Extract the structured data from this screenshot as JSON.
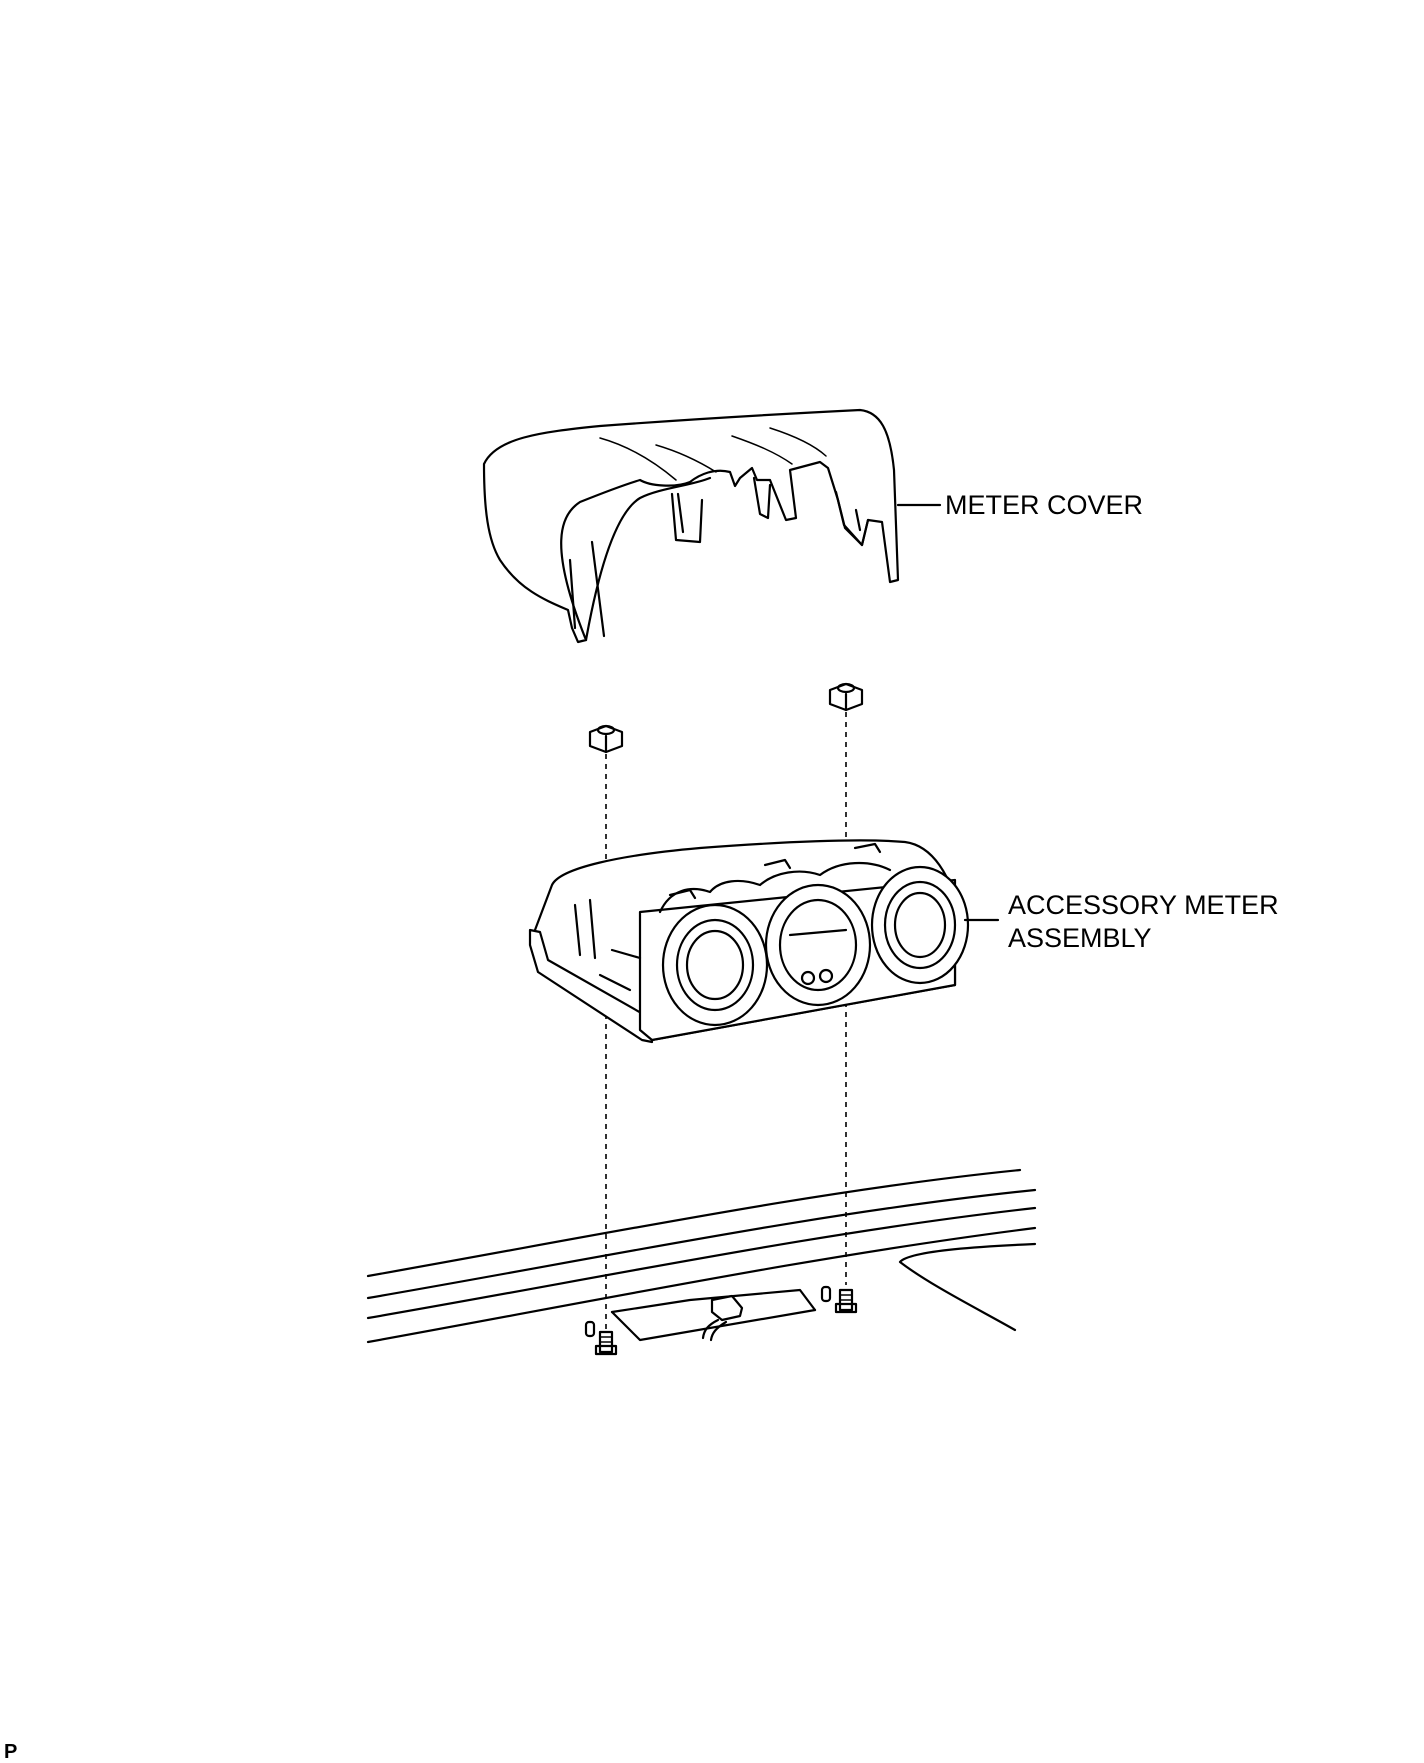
{
  "labels": {
    "meter_cover": "METER COVER",
    "accessory_meter_line1": "ACCESSORY METER",
    "accessory_meter_line2": "ASSEMBLY"
  },
  "corner_mark": "P"
}
